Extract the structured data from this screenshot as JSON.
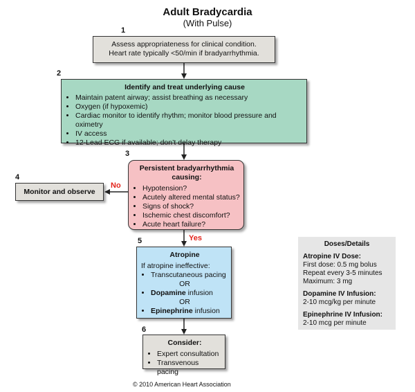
{
  "title": "Adult Bradycardia",
  "subtitle": "(With Pulse)",
  "colors": {
    "gray": "#e2e0db",
    "green": "#a7d8c3",
    "pink": "#f6c1c4",
    "blue": "#bfe3f6",
    "doses_bg": "#e6e6e6",
    "yes_no": "#e3241b"
  },
  "steps": {
    "s1": {
      "num": "1",
      "lines": [
        "Assess appropriateness for clinical condition.",
        "Heart rate typically <50/min if bradyarrhythmia."
      ]
    },
    "s2": {
      "num": "2",
      "title": "Identify and treat underlying cause",
      "items": [
        "Maintain patent airway; assist breathing as necessary",
        "Oxygen (if hypoxemic)",
        "Cardiac monitor to identify rhythm; monitor blood pressure and oximetry",
        "IV access",
        "12-Lead ECG if available; don’t delay therapy"
      ]
    },
    "s3": {
      "num": "3",
      "title_line1": "Persistent bradyarrhythmia",
      "title_line2": "causing:",
      "items": [
        "Hypotension?",
        "Acutely altered mental status?",
        "Signs of shock?",
        "Ischemic chest discomfort?",
        "Acute heart failure?"
      ]
    },
    "s4": {
      "num": "4",
      "label": "Monitor and observe"
    },
    "s5": {
      "num": "5",
      "title": "Atropine",
      "line1": "If atropine ineffective:",
      "item1": "Transcutaneous pacing",
      "or1": "OR",
      "item2_bold": "Dopamine",
      "item2_rest": " infusion",
      "or2": "OR",
      "item3_bold": "Epinephrine",
      "item3_rest": " infusion"
    },
    "s6": {
      "num": "6",
      "title": "Consider:",
      "items": [
        "Expert consultation",
        "Transvenous pacing"
      ]
    }
  },
  "edges": {
    "no": "No",
    "yes": "Yes"
  },
  "doses": {
    "title": "Doses/Details",
    "atropine_title": "Atropine IV Dose:",
    "atropine_lines": [
      "First dose: 0.5 mg bolus",
      "Repeat every 3-5 minutes",
      "Maximum: 3 mg"
    ],
    "dopamine_title": "Dopamine IV Infusion:",
    "dopamine_lines": [
      "2-10 mcg/kg per minute"
    ],
    "epi_title": "Epinephrine IV Infusion:",
    "epi_lines": [
      "2-10 mcg per minute"
    ]
  },
  "copyright": "© 2010 American Heart Association"
}
